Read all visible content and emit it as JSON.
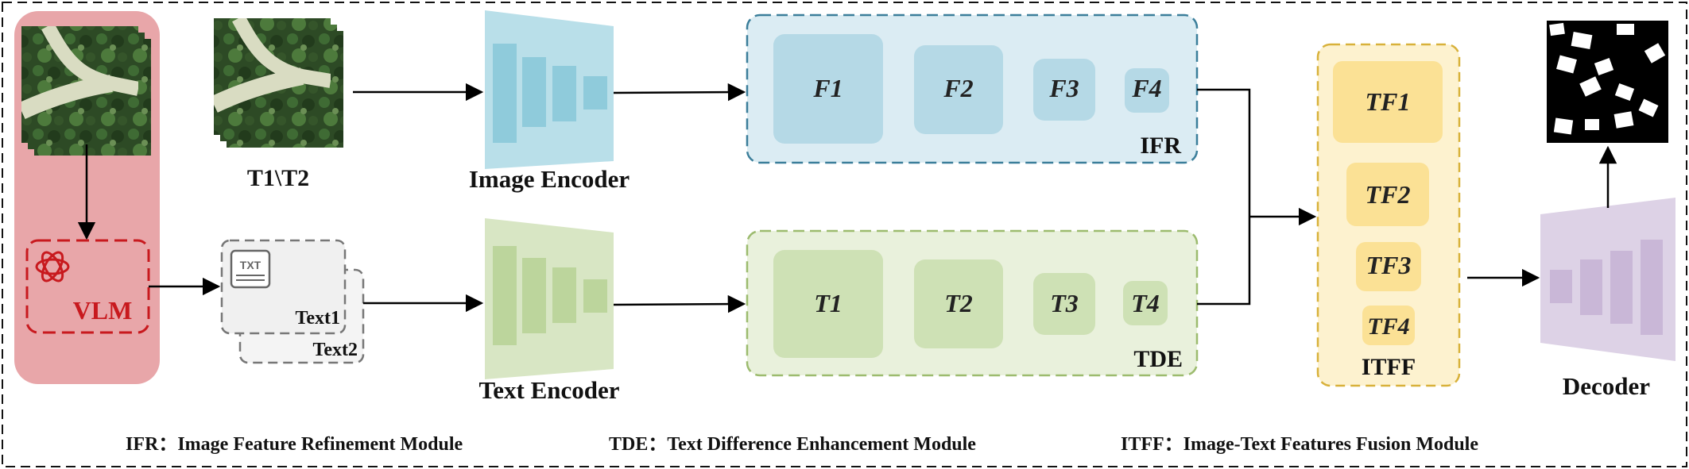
{
  "left_panel": {
    "vlm_label": "VLM"
  },
  "inputs": {
    "image_pair_label": "T1\\T2",
    "text1_label": "Text1",
    "text2_label": "Text2",
    "doc_icon_text": "TXT"
  },
  "encoders": {
    "image_label": "Image Encoder",
    "text_label": "Text Encoder"
  },
  "ifr": {
    "name": "IFR",
    "features": [
      "F1",
      "F2",
      "F3",
      "F4"
    ]
  },
  "tde": {
    "name": "TDE",
    "features": [
      "T1",
      "T2",
      "T3",
      "T4"
    ]
  },
  "itff": {
    "name": "ITFF",
    "features": [
      "TF1",
      "TF2",
      "TF3",
      "TF4"
    ]
  },
  "decoder": {
    "label": "Decoder"
  },
  "legend": {
    "ifr": "IFR：Image Feature Refinement Module",
    "tde": "TDE：Text Difference Enhancement Module",
    "itff": "ITFF：Image-Text Features Fusion Module"
  },
  "colors": {
    "vlm_panel": "#e8a6a9",
    "vlm_red": "#c8191e",
    "ifr_fill": "#dbecf3",
    "ifr_border": "#3b7e9a",
    "ifr_block": "#aed6e3",
    "tde_fill": "#e9f1dc",
    "tde_border": "#9cbb6e",
    "tde_block": "#cbdfb0",
    "itff_fill": "#fdf2cf",
    "itff_border": "#d8b13a",
    "itff_block": "#fbdf8e",
    "image_encoder": "#b9dfe9",
    "text_encoder": "#d8e6c4",
    "decoder": "#ddd2e6"
  }
}
